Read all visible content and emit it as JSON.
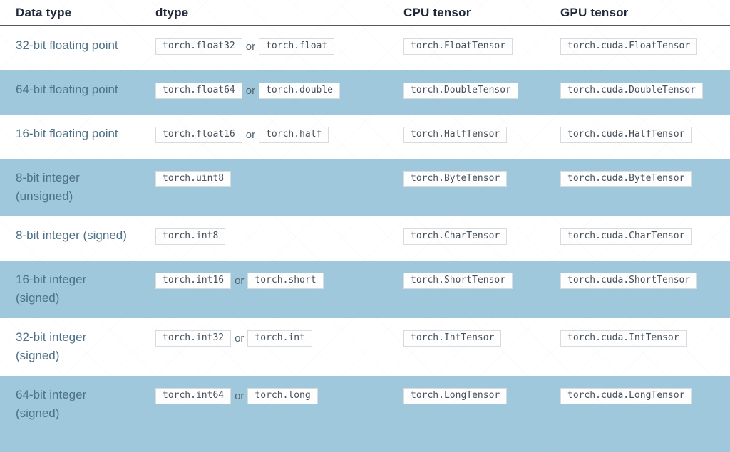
{
  "table": {
    "headers": [
      "Data type",
      "dtype",
      "CPU tensor",
      "GPU tensor"
    ],
    "or_label": "or",
    "rows": [
      {
        "data_type": "32-bit floating point",
        "dtype": "torch.float32",
        "dtype_alt": "torch.float",
        "cpu_tensor": "torch.FloatTensor",
        "gpu_tensor": "torch.cuda.FloatTensor"
      },
      {
        "data_type": "64-bit floating point",
        "dtype": "torch.float64",
        "dtype_alt": "torch.double",
        "cpu_tensor": "torch.DoubleTensor",
        "gpu_tensor": "torch.cuda.DoubleTensor"
      },
      {
        "data_type": "16-bit floating point",
        "dtype": "torch.float16",
        "dtype_alt": "torch.half",
        "cpu_tensor": "torch.HalfTensor",
        "gpu_tensor": "torch.cuda.HalfTensor"
      },
      {
        "data_type": "8-bit integer\n(unsigned)",
        "dtype": "torch.uint8",
        "dtype_alt": null,
        "cpu_tensor": "torch.ByteTensor",
        "gpu_tensor": "torch.cuda.ByteTensor"
      },
      {
        "data_type": "8-bit integer (signed)",
        "dtype": "torch.int8",
        "dtype_alt": null,
        "cpu_tensor": "torch.CharTensor",
        "gpu_tensor": "torch.cuda.CharTensor"
      },
      {
        "data_type": "16-bit integer\n(signed)",
        "dtype": "torch.int16",
        "dtype_alt": "torch.short",
        "cpu_tensor": "torch.ShortTensor",
        "gpu_tensor": "torch.cuda.ShortTensor"
      },
      {
        "data_type": "32-bit integer\n(signed)",
        "dtype": "torch.int32",
        "dtype_alt": "torch.int",
        "cpu_tensor": "torch.IntTensor",
        "gpu_tensor": "torch.cuda.IntTensor"
      },
      {
        "data_type": "64-bit integer\n(signed)",
        "dtype": "torch.int64",
        "dtype_alt": "torch.long",
        "cpu_tensor": "torch.LongTensor",
        "gpu_tensor": "torch.cuda.LongTensor"
      }
    ],
    "colors": {
      "shaded_row_bg": "#a0c8dc",
      "header_text": "#20293a",
      "label_text": "#4d7187",
      "code_text": "#44505c",
      "code_border": "#d9dcdf"
    }
  }
}
